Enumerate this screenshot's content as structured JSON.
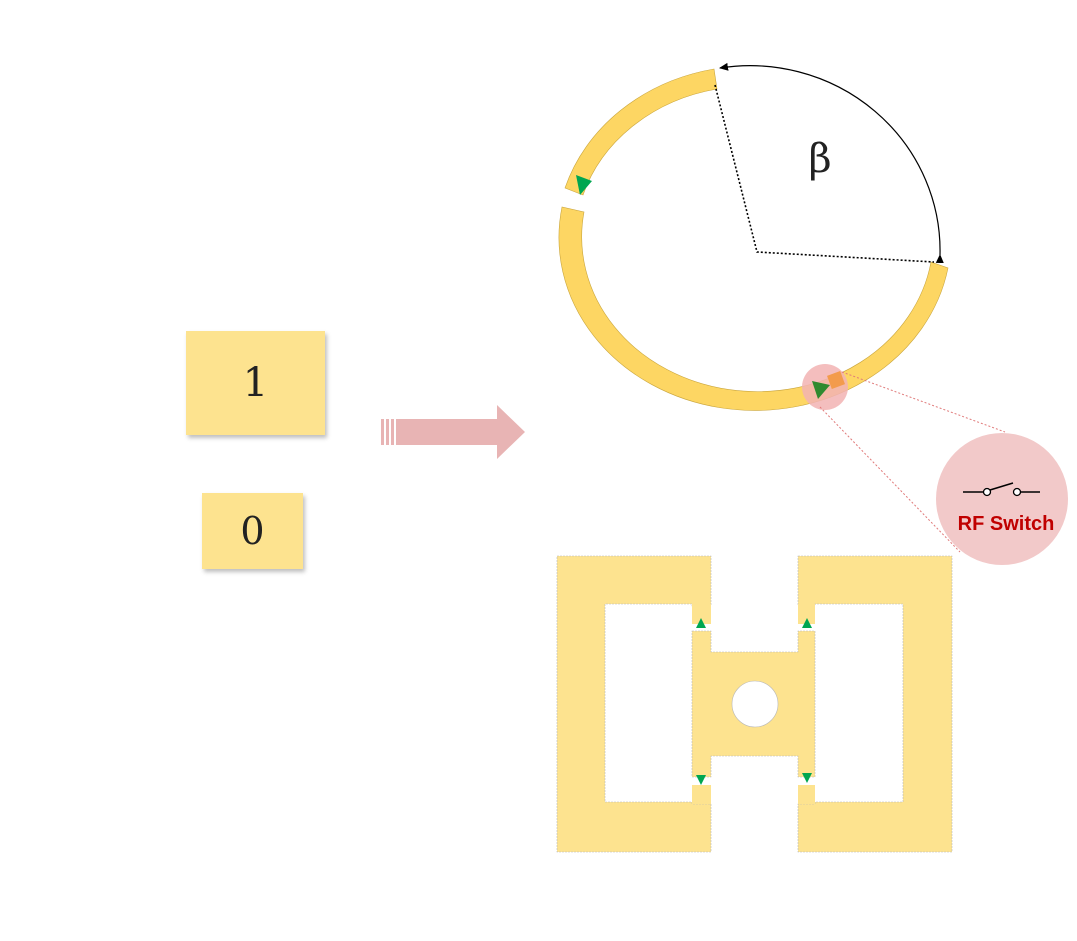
{
  "bits": {
    "one": "1",
    "zero": "0"
  },
  "ring": {
    "angle_label": "β"
  },
  "rf_switch": {
    "label": "RF Switch"
  },
  "colors": {
    "metal": "#fde38f",
    "ring_metal": "#fdd663",
    "arrow": "#e8b4b4",
    "switch_bubble": "#f2c9c9",
    "label_red": "#c00000",
    "port_green": "#00a651"
  }
}
